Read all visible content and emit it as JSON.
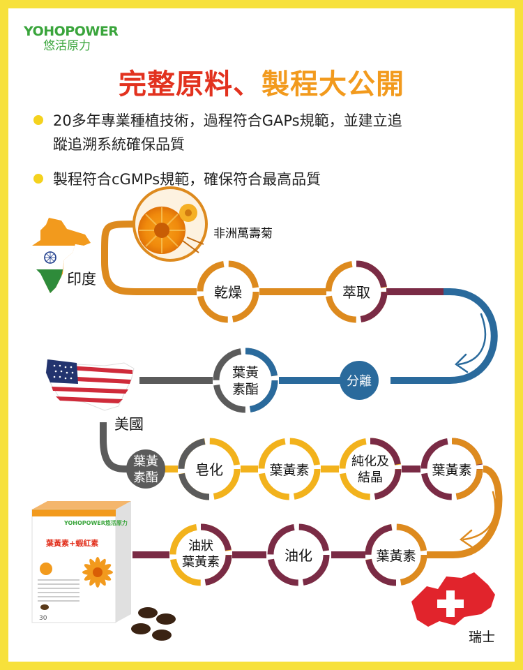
{
  "brand": {
    "name_en_bold": "YOHO",
    "name_en_rest": "POWER",
    "name_zh": "悠活原力"
  },
  "headline": {
    "part1": "完整原料、",
    "part2": "製程大公開"
  },
  "bullets": [
    {
      "line1": "20多年專業種植技術，過程符合GAPs規範，並建立追",
      "line2": "蹤追溯系統確保品質"
    },
    {
      "line1": "製程符合cGMPs規範，確保符合最高品質",
      "line2": ""
    }
  ],
  "countries": {
    "india": "印度",
    "usa": "美國",
    "switzerland": "瑞士"
  },
  "flower_label": "非洲萬壽菊",
  "steps": {
    "dry": "乾燥",
    "extract": "萃取",
    "separate": "分離",
    "ester1_l1": "葉黃",
    "ester1_l2": "素酯",
    "ester2_l1": "葉黃",
    "ester2_l2": "素酯",
    "saponify": "皂化",
    "lutein1": "葉黃素",
    "purify_l1": "純化及",
    "purify_l2": "結晶",
    "lutein2": "葉黃素",
    "lutein3": "葉黃素",
    "oilify": "油化",
    "oily_l1": "油狀",
    "oily_l2": "葉黃素"
  },
  "product_box": {
    "brand": "YOHOPOWER悠活原力",
    "product_name": "葉黃素+蝦紅素",
    "count": "30"
  },
  "colors": {
    "orange": "#dd8a1e",
    "yellow": "#f2b21c",
    "maroon": "#7a2b45",
    "blue": "#2a6a9c",
    "gray": "#5b5b5b",
    "frame": "#f7e13b",
    "headline_red": "#e2321f",
    "headline_orange": "#f29a1d",
    "brand_green": "#3aa53c"
  }
}
